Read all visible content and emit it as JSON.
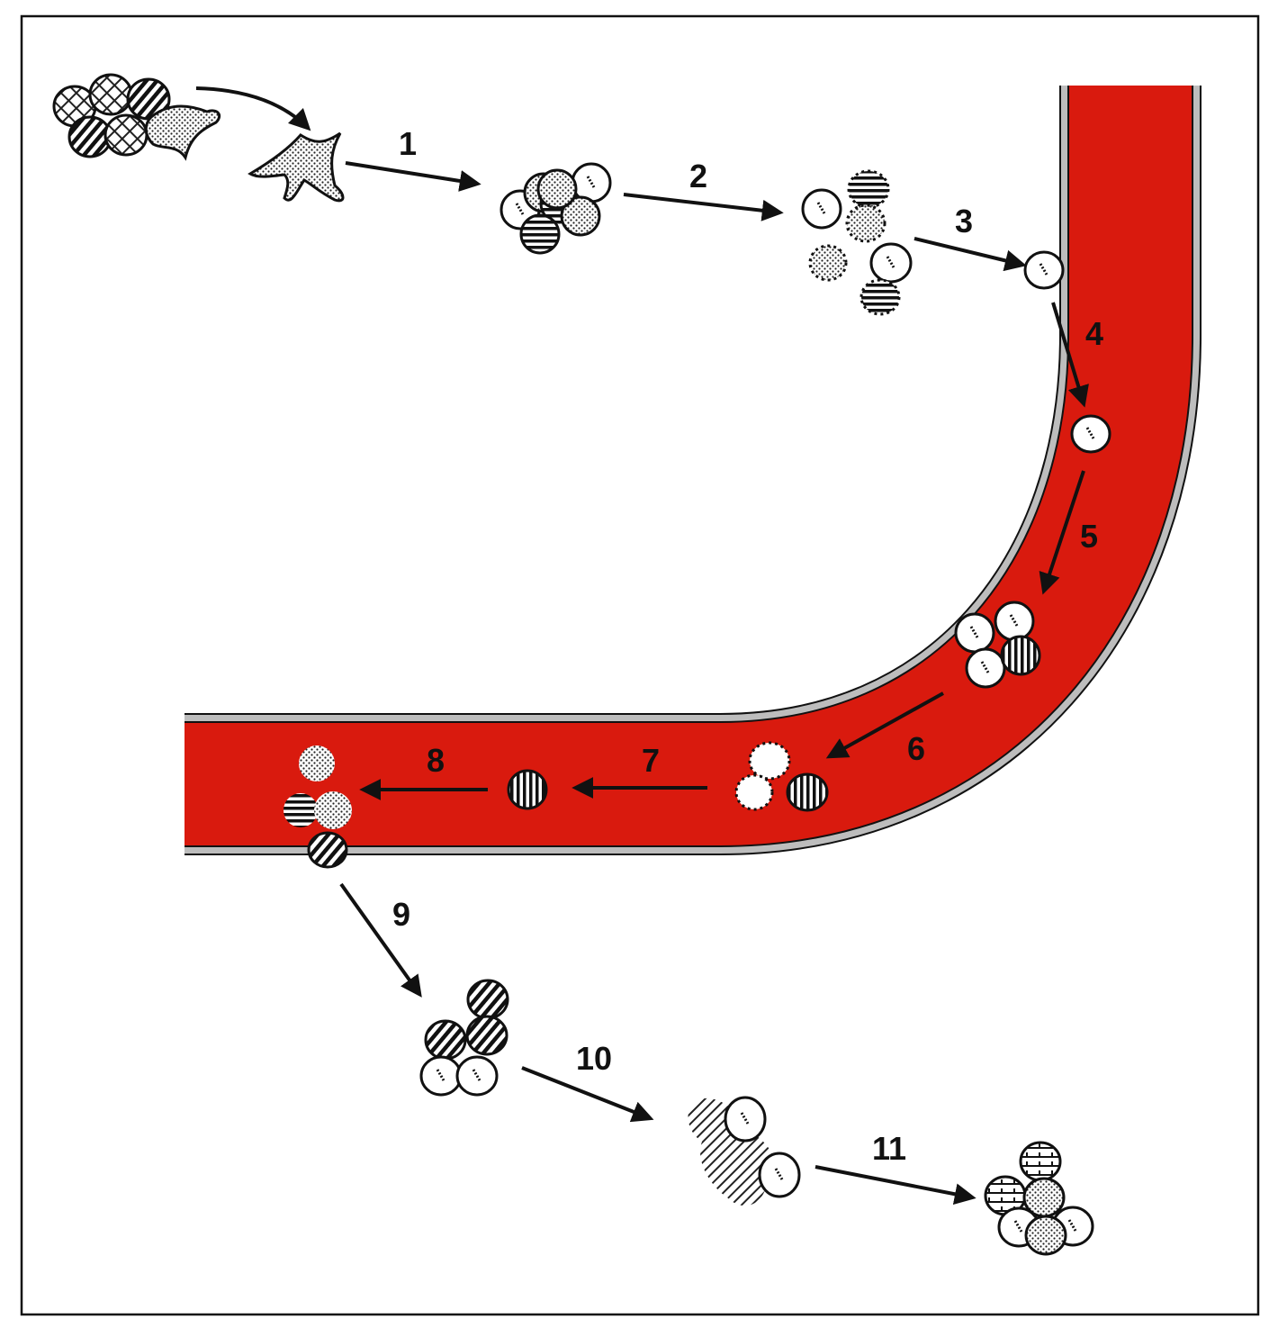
{
  "diagram": {
    "colors": {
      "vessel_lumen": "#d91a0e",
      "vessel_wall": "#bdbdbd",
      "ink": "#111111",
      "paper": "#ffffff"
    },
    "steps": [
      {
        "label": "1"
      },
      {
        "label": "2"
      },
      {
        "label": "3"
      },
      {
        "label": "4"
      },
      {
        "label": "5"
      },
      {
        "label": "6"
      },
      {
        "label": "7"
      },
      {
        "label": "8"
      },
      {
        "label": "9"
      },
      {
        "label": "10"
      },
      {
        "label": "11"
      }
    ]
  }
}
